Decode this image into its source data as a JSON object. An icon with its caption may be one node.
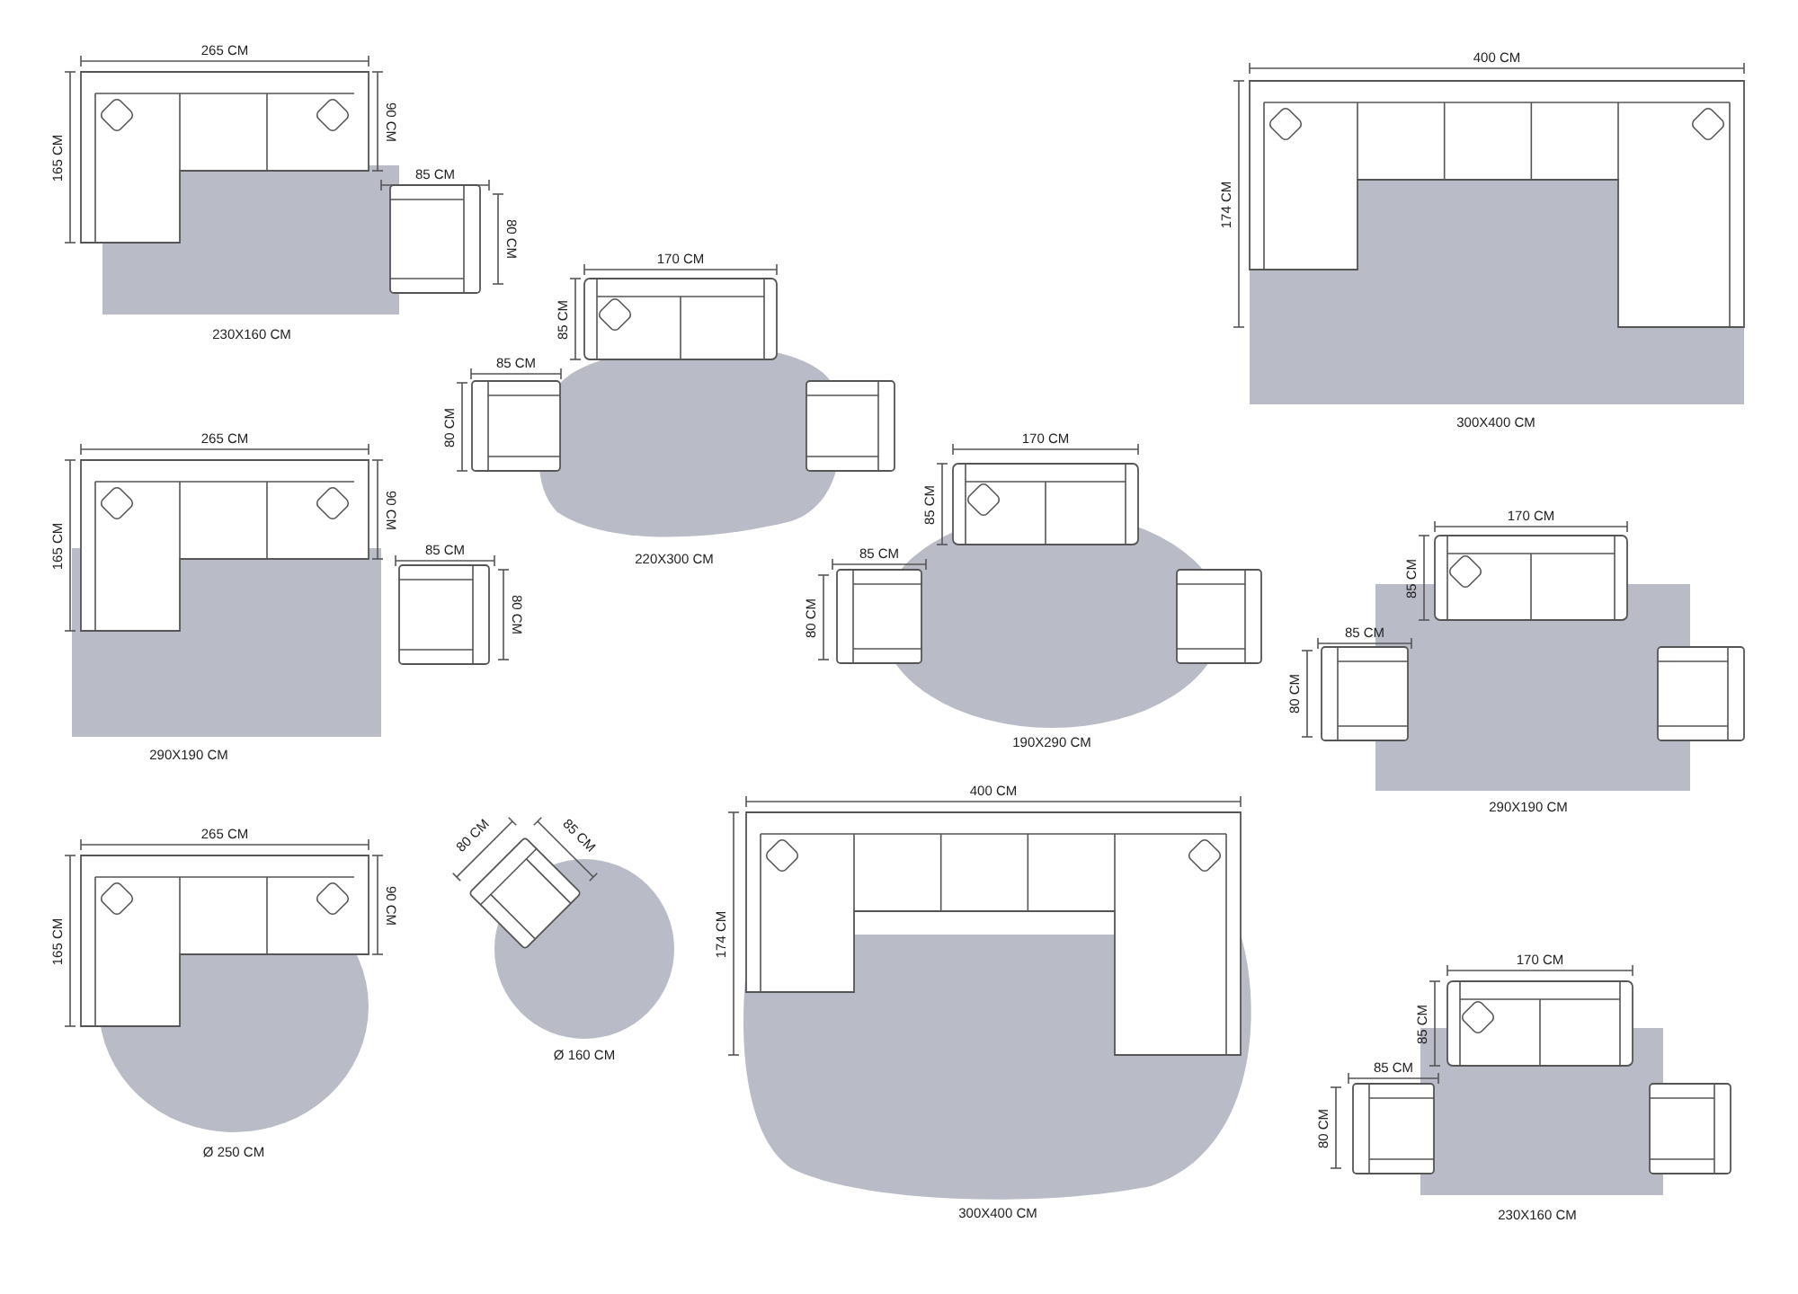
{
  "diagram": {
    "labels": [
      "265 CM",
      "90 CM",
      "165 CM",
      "85 CM",
      "80 CM",
      "230X160 CM",
      "170 CM",
      "85 CM",
      "85 CM",
      "80 CM",
      "220X300 CM",
      "400 CM",
      "174 CM",
      "300X400 CM",
      "265 CM",
      "90 CM",
      "165 CM",
      "85 CM",
      "80 CM",
      "290X190 CM",
      "170 CM",
      "85 CM",
      "85 CM",
      "80 CM",
      "190X290 CM",
      "170 CM",
      "85 CM",
      "85 CM",
      "80 CM",
      "290X190 CM",
      "265 CM",
      "90 CM",
      "165 CM",
      "Ø 250 CM",
      "80 CM",
      "85 CM",
      "Ø 160 CM",
      "400 CM",
      "174 CM",
      "300X400 CM",
      "170 CM",
      "85 CM",
      "85 CM",
      "80 CM",
      "230X160 CM"
    ]
  }
}
